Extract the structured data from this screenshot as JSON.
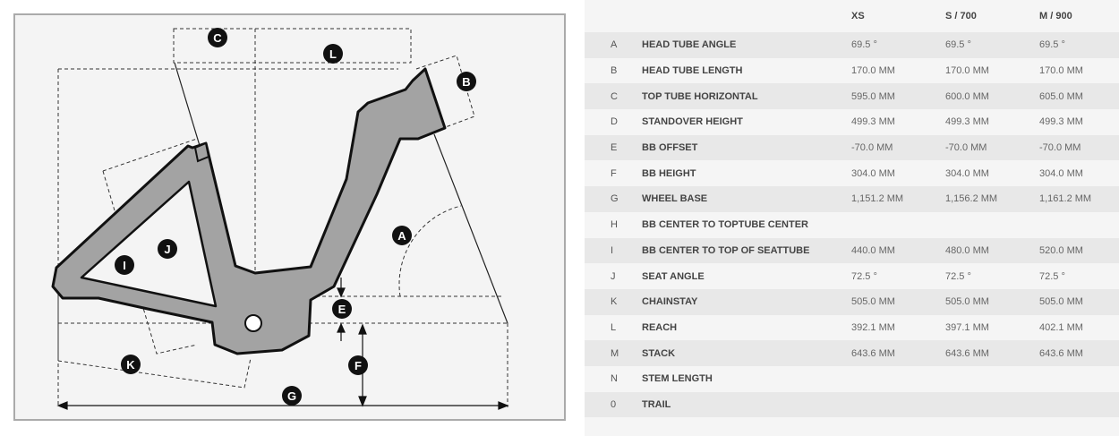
{
  "diagram": {
    "labels": [
      "A",
      "B",
      "C",
      "E",
      "F",
      "G",
      "I",
      "J",
      "K",
      "L"
    ]
  },
  "geometry_table": {
    "columns": [
      "",
      "",
      "XS",
      "S / 700",
      "M / 900"
    ],
    "rows": [
      {
        "code": "A",
        "name": "HEAD TUBE ANGLE",
        "values": [
          "69.5 °",
          "69.5 °",
          "69.5 °"
        ]
      },
      {
        "code": "B",
        "name": "HEAD TUBE LENGTH",
        "values": [
          "170.0 MM",
          "170.0 MM",
          "170.0 MM"
        ]
      },
      {
        "code": "C",
        "name": "TOP TUBE HORIZONTAL",
        "values": [
          "595.0 MM",
          "600.0 MM",
          "605.0 MM"
        ]
      },
      {
        "code": "D",
        "name": "STANDOVER HEIGHT",
        "values": [
          "499.3 MM",
          "499.3 MM",
          "499.3 MM"
        ]
      },
      {
        "code": "E",
        "name": "BB OFFSET",
        "values": [
          "-70.0 MM",
          "-70.0 MM",
          "-70.0 MM"
        ]
      },
      {
        "code": "F",
        "name": "BB HEIGHT",
        "values": [
          "304.0 MM",
          "304.0 MM",
          "304.0 MM"
        ]
      },
      {
        "code": "G",
        "name": "WHEEL BASE",
        "values": [
          "1,151.2 MM",
          "1,156.2 MM",
          "1,161.2 MM"
        ]
      },
      {
        "code": "H",
        "name": "BB CENTER TO TOPTUBE CENTER",
        "values": [
          "",
          "",
          ""
        ]
      },
      {
        "code": "I",
        "name": "BB CENTER TO TOP OF SEATTUBE",
        "values": [
          "440.0 MM",
          "480.0 MM",
          "520.0 MM"
        ]
      },
      {
        "code": "J",
        "name": "SEAT ANGLE",
        "values": [
          "72.5 °",
          "72.5 °",
          "72.5 °"
        ]
      },
      {
        "code": "K",
        "name": "CHAINSTAY",
        "values": [
          "505.0 MM",
          "505.0 MM",
          "505.0 MM"
        ]
      },
      {
        "code": "L",
        "name": "REACH",
        "values": [
          "392.1 MM",
          "397.1 MM",
          "402.1 MM"
        ]
      },
      {
        "code": "M",
        "name": "STACK",
        "values": [
          "643.6 MM",
          "643.6 MM",
          "643.6 MM"
        ]
      },
      {
        "code": "N",
        "name": "STEM LENGTH",
        "values": [
          "",
          "",
          ""
        ]
      },
      {
        "code": "0",
        "name": "TRAIL",
        "values": [
          "",
          "",
          ""
        ]
      }
    ]
  }
}
